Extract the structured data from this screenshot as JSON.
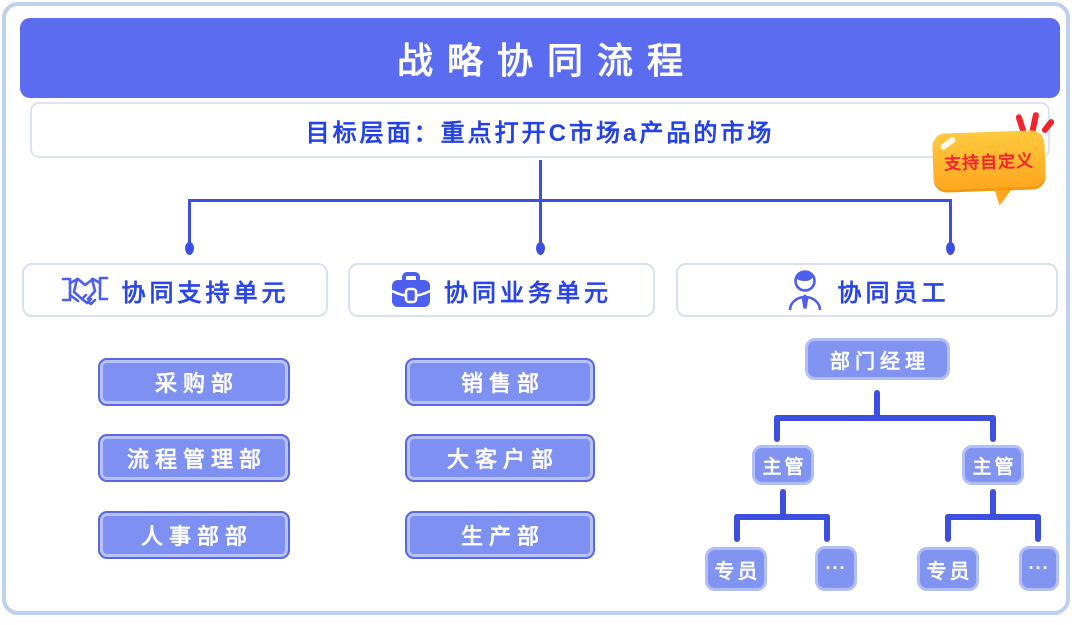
{
  "header": {
    "title": "战略协同流程"
  },
  "goal": {
    "text": "目标层面：重点打开C市场a产品的市场"
  },
  "badge": {
    "text": "支持自定义"
  },
  "units": [
    {
      "id": "support",
      "label": "协同支持单元",
      "icon": "handshake-icon",
      "departments": [
        "采购部",
        "流程管理部",
        "人事部部"
      ]
    },
    {
      "id": "business",
      "label": "协同业务单元",
      "icon": "briefcase-icon",
      "departments": [
        "销售部",
        "大客户部",
        "生产部"
      ]
    },
    {
      "id": "staff",
      "label": "协同员工",
      "icon": "employee-icon"
    }
  ],
  "org_tree": {
    "root": "部门经理",
    "children": [
      {
        "label": "主管",
        "children": [
          "专员",
          "···"
        ]
      },
      {
        "label": "主管",
        "children": [
          "专员",
          "···"
        ]
      }
    ]
  },
  "colors": {
    "header_bg": "#5B6CF0",
    "accent_blue_text": "#2341E8",
    "connector_blue": "#3D4FE1",
    "pill_fill": "#7E90F2",
    "pill_border": "#5767EA",
    "tree_fill": "#8294F2",
    "tree_border": "#B1BEF8",
    "page_border": "#BDD1EE",
    "badge_orange": "#FFA81F",
    "badge_red": "#F5222D"
  }
}
